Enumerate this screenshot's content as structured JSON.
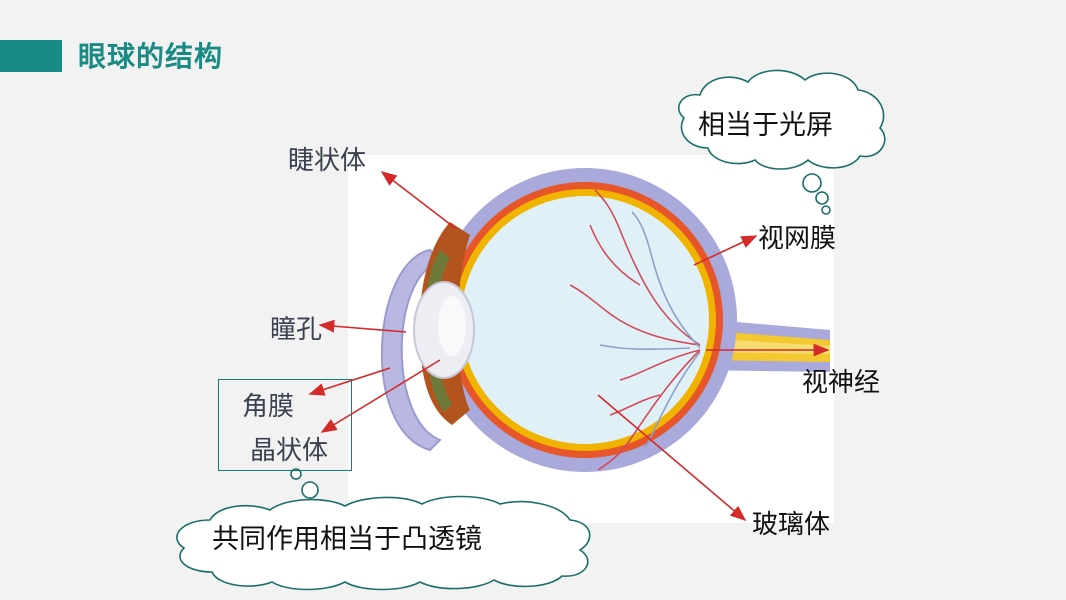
{
  "page": {
    "title": "眼球的结构"
  },
  "labels": {
    "ciliary_body": "睫状体",
    "pupil": "瞳孔",
    "cornea": "角膜",
    "lens": "晶状体",
    "retina": "视网膜",
    "optic_nerve": "视神经",
    "vitreous": "玻璃体"
  },
  "clouds": {
    "screen_note": "相当于光屏",
    "lens_note": "共同作用相当于凸透镜"
  },
  "colors": {
    "accent": "#1a8a84",
    "arrow": "#d42a2a",
    "sclera": "#a9a9dc",
    "retina": "#f0b400",
    "vitreous": "#dff1f7"
  }
}
